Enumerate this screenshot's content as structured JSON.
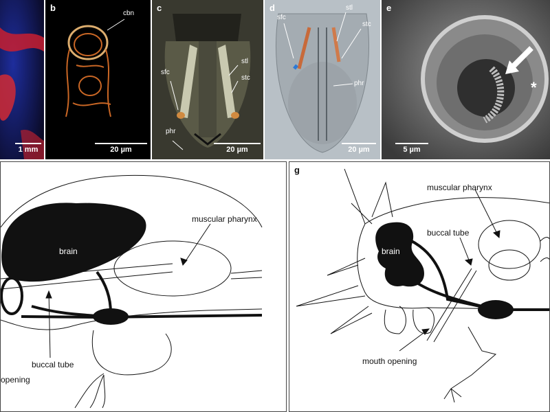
{
  "panels": {
    "a": {
      "scale": "1 mm"
    },
    "b": {
      "label": "b",
      "scale": "20 µm",
      "labels": {
        "cbn": "cbn"
      }
    },
    "c": {
      "label": "c",
      "scale": "20 µm",
      "labels": {
        "sfc": "sfc",
        "stl": "stl",
        "stc": "stc",
        "phr": "phr"
      }
    },
    "d": {
      "label": "d",
      "scale": "20 µm",
      "labels": {
        "sfc": "sfc",
        "stl": "stl",
        "stc": "stc",
        "phr": "phr"
      }
    },
    "e": {
      "label": "e",
      "scale": "5 µm",
      "labels": {
        "star": "*"
      }
    },
    "f": {
      "labels": {
        "brain": "brain",
        "muscular_pharynx": "muscular pharynx",
        "buccal_tube": "buccal tube",
        "mouth_opening": "opening"
      }
    },
    "g": {
      "label": "g",
      "labels": {
        "brain": "brain",
        "muscular_pharynx": "muscular pharynx",
        "buccal_tube": "buccal tube",
        "mouth_opening": "mouth opening"
      }
    }
  },
  "colors": {
    "micro_bg": "#000000",
    "fluor_red": "#d6262e",
    "fluor_blue": "#2a3bb8",
    "ink": "#111111",
    "border": "#444444"
  }
}
